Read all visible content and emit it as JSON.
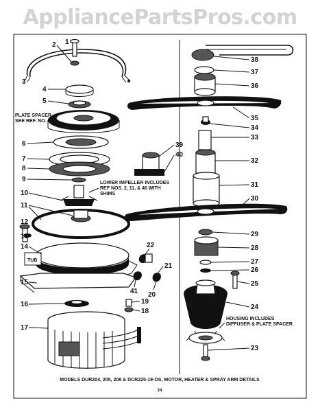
{
  "watermark": "AppliancePartsPros.com",
  "notes": {
    "plate_spacer_1": "PLATE SPACER",
    "plate_spacer_2": "SEE REF. NO. 24",
    "lower_impeller_1": "LOWER IMPELLER INCLUDES",
    "lower_impeller_2": "REF NOS. 2, 11, & 40 WITH",
    "lower_impeller_3": "SHIMS",
    "tub": "TUB",
    "housing_1": "HOUSING INCLUDES",
    "housing_2": "DIFFUSER & PLATE SPACER"
  },
  "caption": "MODELS DUR204, 205, 208 & DCR225-19-OS, MOTOR, HEATER & SPRAY ARM DETAILS",
  "page_number": "24",
  "callouts": [
    "1",
    "2",
    "3",
    "4",
    "5",
    "6",
    "7",
    "8",
    "9",
    "10",
    "11",
    "12",
    "13",
    "14",
    "15",
    "16",
    "17",
    "18",
    "19",
    "20",
    "21",
    "22",
    "23",
    "24",
    "25",
    "26",
    "27",
    "28",
    "29",
    "30",
    "31",
    "32",
    "33",
    "34",
    "35",
    "36",
    "37",
    "38",
    "39",
    "40",
    "41"
  ]
}
